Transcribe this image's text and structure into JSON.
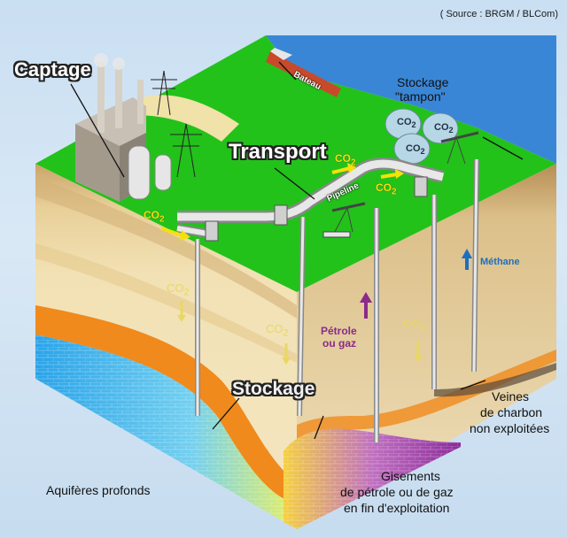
{
  "source": "( Source : BRGM / BLCom)",
  "labels": {
    "captage": "Captage",
    "transport": "Transport",
    "stockage": "Stockage",
    "stockage_tampon_1": "Stockage",
    "stockage_tampon_2": "\"tampon\"",
    "bateau": "Bateau",
    "pipeline": "Pipeline",
    "methane": "Méthane",
    "petrole_1": "Pétrole",
    "petrole_2": "ou gaz",
    "veines_1": "Veines",
    "veines_2": "de charbon",
    "veines_3": "non exploitées",
    "aquiferes": "Aquifères profonds",
    "gisements_1": "Gisements",
    "gisements_2": "de pétrole ou de gaz",
    "gisements_3": "en fin d'exploitation",
    "co2_sub": "2",
    "co2_base": "CO",
    "tank_label": "CO"
  },
  "colors": {
    "ground_green": "#22c21a",
    "sea_blue": "#3a86d6",
    "orange_layer": "#f08a1c",
    "sand_layer": "#efd9a6",
    "co2_yellow": "#f5e10a",
    "purple_arrow": "#8b2a8b",
    "blue_arrow": "#1d6fc0"
  }
}
